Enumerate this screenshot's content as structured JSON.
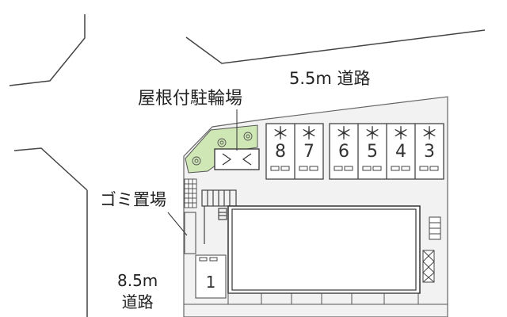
{
  "labels": {
    "road_top": "5.5m 道路",
    "bicycle_parking": "屋根付駐輪場",
    "garbage_area": "ゴミ置場",
    "road_left_width": "8.5m",
    "road_left_name": "道路"
  },
  "parking_spaces": [
    {
      "number": "8",
      "marker": "＊"
    },
    {
      "number": "7",
      "marker": "＊"
    },
    {
      "number": "6",
      "marker": "＊"
    },
    {
      "number": "5",
      "marker": "＊"
    },
    {
      "number": "4",
      "marker": "＊"
    },
    {
      "number": "3",
      "marker": "＊"
    }
  ],
  "parking_space_left": {
    "number": "1"
  },
  "colors": {
    "site_fill": "#f2f2f2",
    "line": "#555555",
    "planting": "#cfe7b4"
  }
}
